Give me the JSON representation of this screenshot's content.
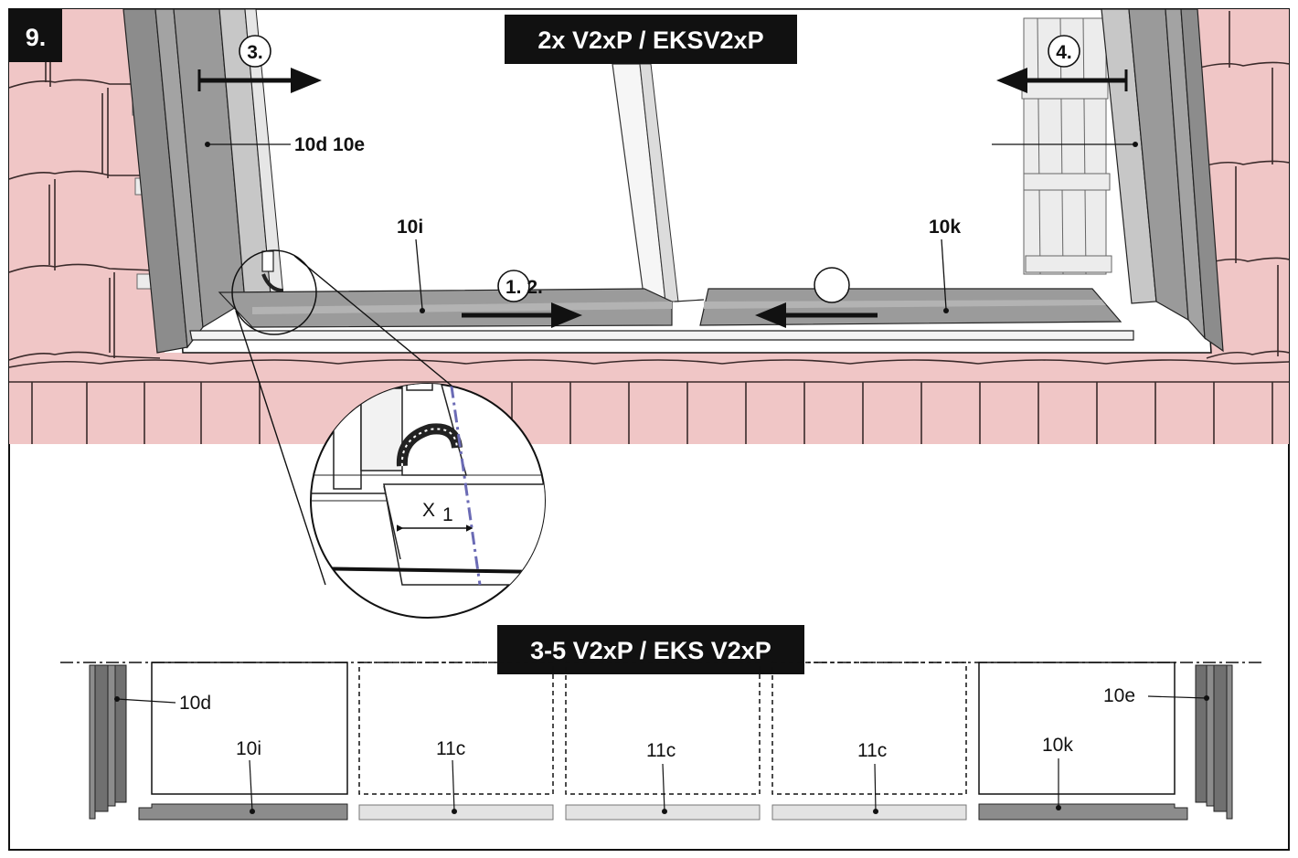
{
  "step": {
    "number": "9."
  },
  "top_section": {
    "title": "2x V2xP / EKSV2xP",
    "steps": {
      "s3": "3.",
      "s4": "4.",
      "s12": "1. 2."
    },
    "labels": {
      "left_flashing": "10d 10e",
      "bottom_left": "10i",
      "bottom_right": "10k"
    },
    "detail": {
      "dimension": "X",
      "dimension_sub": "1"
    }
  },
  "bottom_section": {
    "title": "3-5 V2xP / EKS V2xP",
    "labels": {
      "side_left": "10d",
      "side_right": "10e",
      "panel_1": "10i",
      "panel_2": "11c",
      "panel_3": "11c",
      "panel_4": "11c",
      "panel_5": "10k"
    }
  },
  "colors": {
    "tile": "#f0c6c6",
    "tile_line": "#3a2a2a",
    "flashing_dark": "#8c8c8c",
    "flashing_mid": "#a3a3a3",
    "flashing_light": "#d9d9d9",
    "banner": "#111111",
    "detail_line": "#6b6bb5"
  }
}
